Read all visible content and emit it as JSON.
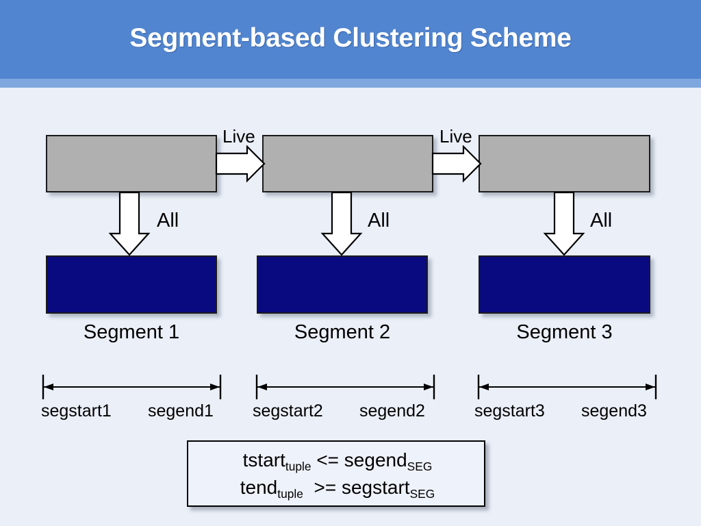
{
  "slide": {
    "title": "Segment-based Clustering Scheme",
    "background_color": "#eaeff8",
    "header_color": "#5185d0",
    "header_accent_color": "#7fa8de"
  },
  "diagram": {
    "gray_box_color": "#b0b0b0",
    "blue_box_color": "#0a0a80",
    "columns": [
      {
        "segment_label": "Segment 1",
        "down_arrow_label": "All",
        "span_start_label": "segstart1",
        "span_end_label": "segend1"
      },
      {
        "segment_label": "Segment 2",
        "down_arrow_label": "All",
        "span_start_label": "segstart2",
        "span_end_label": "segend2"
      },
      {
        "segment_label": "Segment 3",
        "down_arrow_label": "All",
        "span_start_label": "segstart3",
        "span_end_label": "segend3"
      }
    ],
    "connectors": [
      {
        "label": "Live"
      },
      {
        "label": "Live"
      }
    ]
  },
  "formula": {
    "line1": {
      "lhs_base": "tstart",
      "lhs_sub": "tuple",
      "operator": "<=",
      "rhs_base": "segend",
      "rhs_sub": "SEG"
    },
    "line2": {
      "lhs_base": "tend",
      "lhs_sub": "tuple",
      "operator": ">=",
      "rhs_base": "segstart",
      "rhs_sub": "SEG"
    }
  }
}
